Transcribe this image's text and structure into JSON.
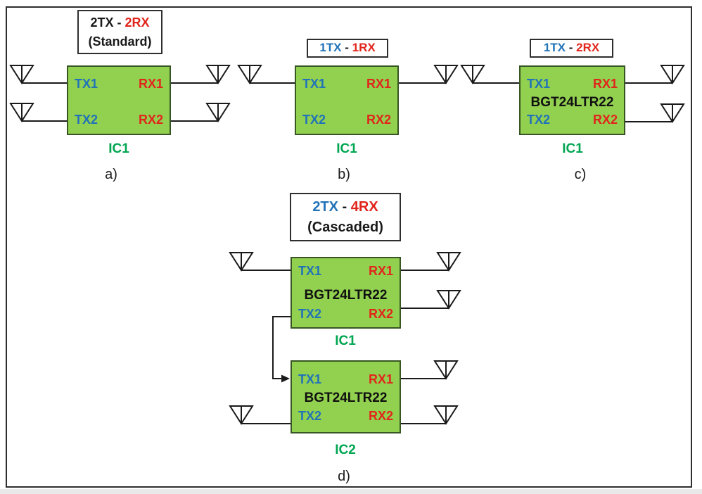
{
  "colors": {
    "box_fill": "#92d050",
    "box_border": "#375623",
    "tx_blue": "#2173b8",
    "rx_red": "#e1251b",
    "ic_green": "#00a651",
    "text": "#1a1a1a",
    "wire": "#1a1a1a"
  },
  "diagram_a": {
    "title_tx": "2TX",
    "title_sep": " - ",
    "title_rx": "2RX",
    "title_line2": "(Standard)",
    "ports": {
      "tx1": "TX1",
      "rx1": "RX1",
      "tx2": "TX2",
      "rx2": "RX2"
    },
    "ic_label": "IC1",
    "caption": "a)"
  },
  "diagram_b": {
    "title_tx": "1TX",
    "title_sep": " - ",
    "title_rx": "1RX",
    "ports": {
      "tx1": "TX1",
      "rx1": "RX1",
      "tx2": "TX2",
      "rx2": "RX2"
    },
    "ic_label": "IC1",
    "caption": "b)"
  },
  "diagram_c": {
    "title_tx": "1TX",
    "title_sep": " - ",
    "title_rx": "2RX",
    "chip_name": "BGT24LTR22",
    "ports": {
      "tx1": "TX1",
      "rx1": "RX1",
      "tx2": "TX2",
      "rx2": "RX2"
    },
    "ic_label": "IC1",
    "caption": "c)"
  },
  "diagram_d": {
    "title_tx": "2TX",
    "title_sep": " - ",
    "title_rx": "4RX",
    "title_line2": "(Cascaded)",
    "ic1": {
      "chip_name": "BGT24LTR22",
      "ports": {
        "tx1": "TX1",
        "rx1": "RX1",
        "tx2": "TX2",
        "rx2": "RX2"
      },
      "label": "IC1"
    },
    "ic2": {
      "chip_name": "BGT24LTR22",
      "ports": {
        "tx1": "TX1",
        "rx1": "RX1",
        "tx2": "TX2",
        "rx2": "RX2"
      },
      "label": "IC2"
    },
    "caption": "d)"
  }
}
